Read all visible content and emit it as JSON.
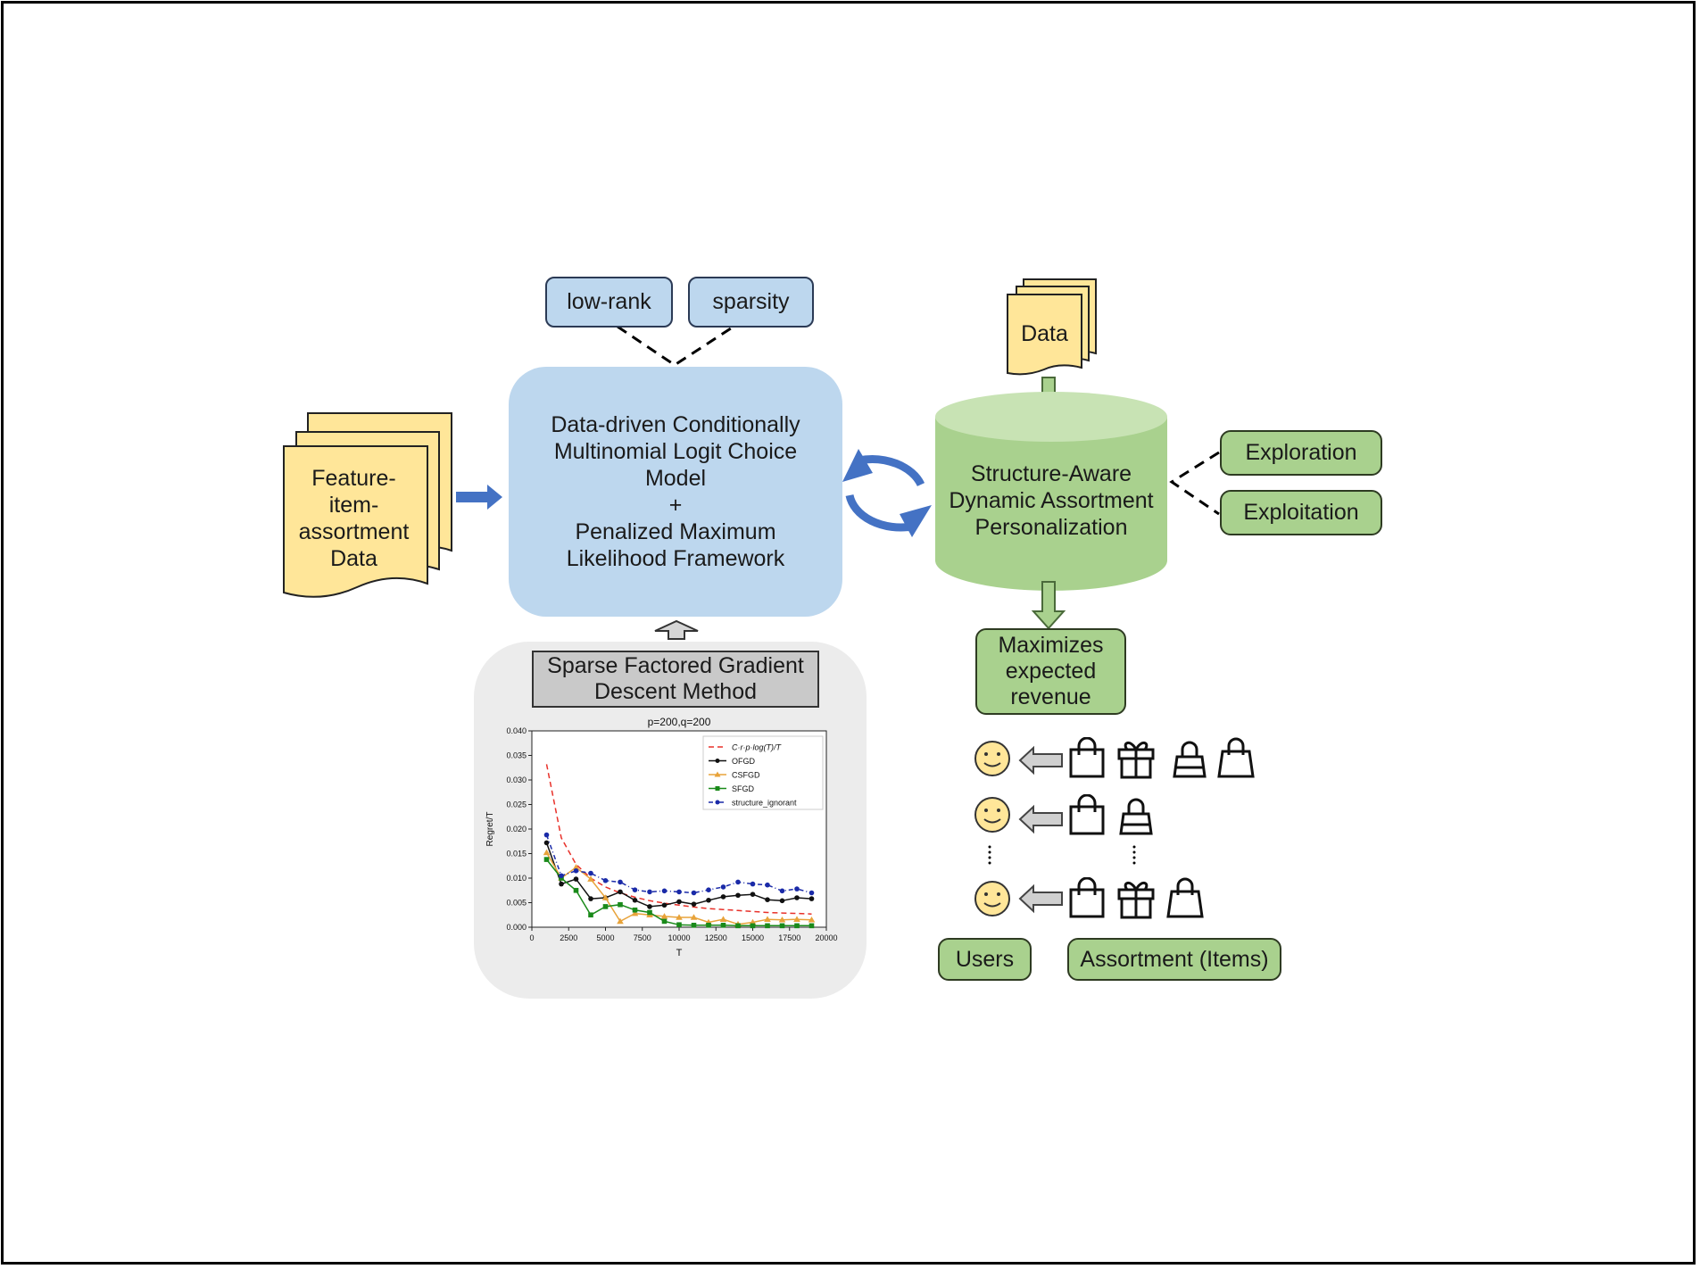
{
  "tags": {
    "low_rank": "low-rank",
    "sparsity": "sparsity"
  },
  "input_doc": {
    "lines": [
      "Feature-",
      "item-",
      "assortment",
      "Data"
    ]
  },
  "main_model": {
    "lines": [
      "Data-driven Conditionally",
      "Multinomial Logit Choice",
      "Model",
      "+",
      "Penalized Maximum",
      "Likelihood Framework"
    ]
  },
  "method": {
    "lines": [
      "Sparse Factored Gradient",
      "Descent Method"
    ]
  },
  "data_doc": {
    "label": "Data"
  },
  "cylinder": {
    "lines": [
      "Structure-Aware",
      "Dynamic Assortment",
      "Personalization"
    ]
  },
  "side_tags": {
    "exploration": "Exploration",
    "exploitation": "Exploitation"
  },
  "revenue": {
    "lines": [
      "Maximizes",
      "expected",
      "revenue"
    ]
  },
  "bottom_tags": {
    "users": "Users",
    "assortment": "Assortment (Items)"
  },
  "icons": {
    "user": "smiley-face-icon",
    "bag": "shopping-bag-icon",
    "gift": "gift-box-icon",
    "handbag": "handbag-icon"
  },
  "colors": {
    "doc_fill": "#ffe699",
    "blue_fill": "#bdd7ee",
    "green_fill": "#a9d18e",
    "arrow_blue": "#4472c4"
  },
  "chart_data": {
    "type": "line",
    "title": "p=200,q=200",
    "xlabel": "T",
    "ylabel": "Regret/T",
    "xlim": [
      0,
      20000
    ],
    "ylim": [
      0,
      0.04
    ],
    "xticks": [
      "0",
      "2500",
      "5000",
      "7500",
      "10000",
      "12500",
      "15000",
      "17500",
      "20000"
    ],
    "yticks": [
      "0.000",
      "0.005",
      "0.010",
      "0.015",
      "0.020",
      "0.025",
      "0.030",
      "0.035",
      "0.040"
    ],
    "legend_position": "top-right",
    "x": [
      1000,
      2000,
      3000,
      4000,
      5000,
      6000,
      7000,
      8000,
      9000,
      10000,
      11000,
      12000,
      13000,
      14000,
      15000,
      16000,
      17000,
      18000,
      19000
    ],
    "series": [
      {
        "name": "C·r·p·log(T)/T",
        "color": "#e8312a",
        "style": "dashed",
        "marker": "none",
        "values": [
          0.0332,
          0.0182,
          0.0128,
          0.01,
          0.0082,
          0.007,
          0.0061,
          0.0054,
          0.0049,
          0.0045,
          0.0041,
          0.0038,
          0.0036,
          0.0034,
          0.0032,
          0.003,
          0.0029,
          0.0028,
          0.0027
        ]
      },
      {
        "name": "OFGD",
        "color": "#111111",
        "style": "solid",
        "marker": "circle",
        "values": [
          0.0172,
          0.0088,
          0.0098,
          0.0058,
          0.006,
          0.0072,
          0.0055,
          0.0042,
          0.0045,
          0.0052,
          0.0047,
          0.0055,
          0.0062,
          0.0065,
          0.0067,
          0.0056,
          0.0054,
          0.006,
          0.0058
        ]
      },
      {
        "name": "CSFGD",
        "color": "#e8a33a",
        "style": "solid",
        "marker": "triangle",
        "values": [
          0.0152,
          0.01,
          0.0122,
          0.0098,
          0.006,
          0.0012,
          0.0028,
          0.0025,
          0.0022,
          0.002,
          0.002,
          0.001,
          0.0016,
          0.0006,
          0.001,
          0.0016,
          0.0015,
          0.0016,
          0.0015
        ]
      },
      {
        "name": "SFGD",
        "color": "#1a8a1a",
        "style": "solid",
        "marker": "square",
        "values": [
          0.0138,
          0.01,
          0.0075,
          0.0025,
          0.0042,
          0.0046,
          0.0035,
          0.003,
          0.0012,
          0.0005,
          0.0004,
          0.0004,
          0.0004,
          0.0003,
          0.0003,
          0.0003,
          0.0003,
          0.0003,
          0.0003
        ]
      },
      {
        "name": "structure_ignorant",
        "color": "#1a2aa8",
        "style": "dashdot",
        "marker": "circle",
        "values": [
          0.0188,
          0.0105,
          0.0115,
          0.011,
          0.0095,
          0.0092,
          0.0076,
          0.0072,
          0.0074,
          0.0072,
          0.007,
          0.0076,
          0.0082,
          0.0092,
          0.0088,
          0.0086,
          0.0074,
          0.0078,
          0.007
        ]
      }
    ]
  }
}
